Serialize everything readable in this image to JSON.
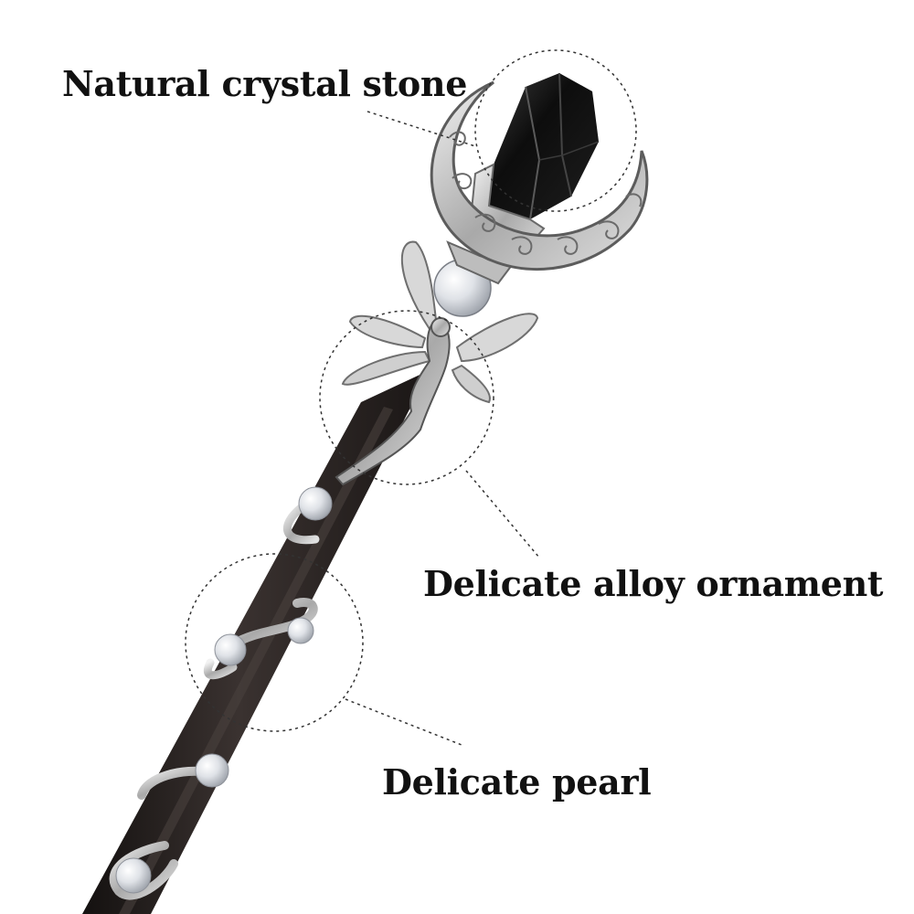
{
  "callouts": {
    "crystal": "Natural crystal stone",
    "alloy": "Delicate alloy ornament",
    "pearl": "Delicate pearl"
  },
  "colors": {
    "background": "#ffffff",
    "label_text": "#111111",
    "wood": "#2a2422",
    "crystal": "#151515",
    "silver": "#c9c9c9",
    "pearl": "#e4e6ea",
    "leader_line": "#333333"
  },
  "icons": {
    "moon": "crescent-moon-ornament",
    "fairy": "fairy-ornament",
    "pearl": "pearl-bead"
  }
}
